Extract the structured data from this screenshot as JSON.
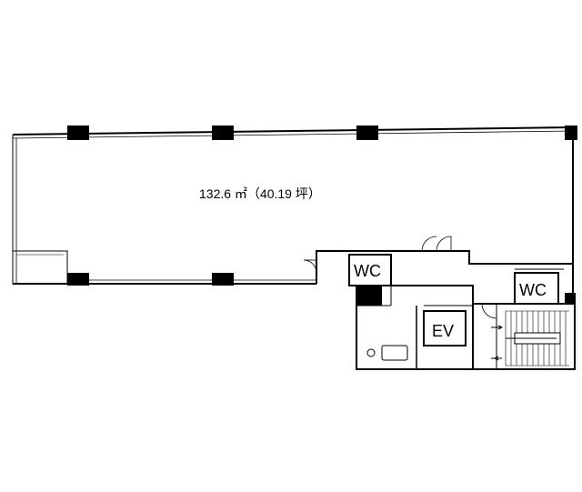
{
  "floorplan": {
    "area_label": "132.6 ㎡（40.19 坪）",
    "rooms": {
      "wc_left": "WC",
      "wc_right": "WC",
      "elevator": "EV"
    }
  }
}
